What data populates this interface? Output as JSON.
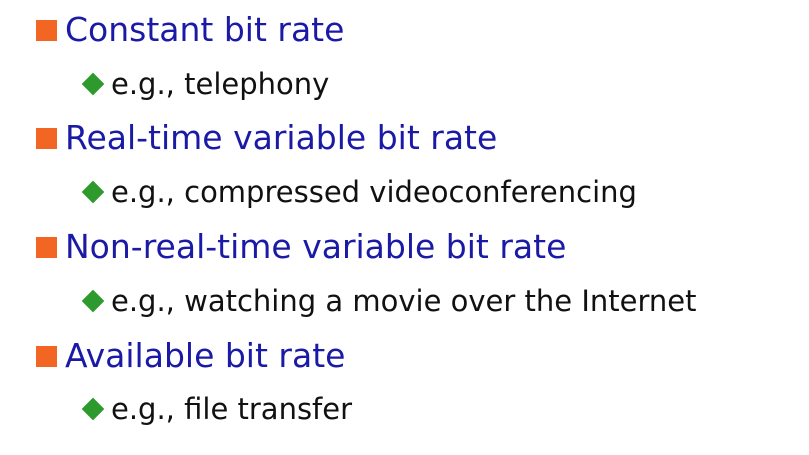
{
  "bullets": [
    {
      "label": "Constant bit rate",
      "example": "e.g., telephony"
    },
    {
      "label": "Real-time variable bit rate",
      "example": "e.g., compressed videoconferencing"
    },
    {
      "label": "Non-real-time variable bit rate",
      "example": "e.g., watching a movie over the Internet"
    },
    {
      "label": "Available bit rate",
      "example": "e.g., file transfer"
    }
  ],
  "colors": {
    "primary_bullet": "#f26522",
    "primary_text": "#1a1aa6",
    "secondary_bullet": "#2e9a2e",
    "secondary_text": "#111111"
  },
  "icons": {
    "primary": "orange-square-bullet-icon",
    "secondary": "green-diamond-bullet-icon"
  }
}
